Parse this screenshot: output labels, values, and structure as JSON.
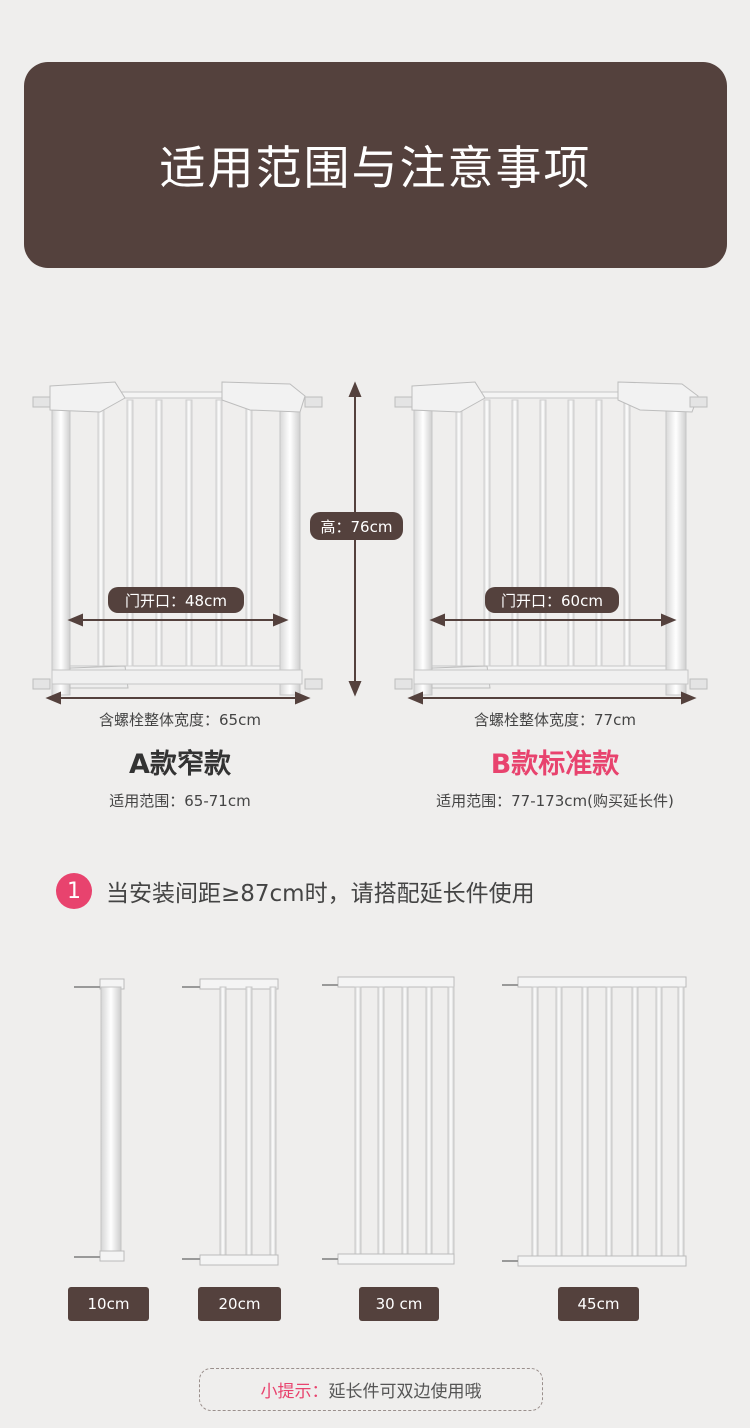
{
  "header": {
    "title": "适用范围与注意事项"
  },
  "height_label": "高：76cm",
  "gate_a": {
    "opening_label": "门开口：48cm",
    "width_caption": "含螺栓整体宽度：65cm",
    "title": "A款窄款",
    "range_caption": "适用范围：65-71cm"
  },
  "gate_b": {
    "opening_label": "门开口：60cm",
    "width_caption": "含螺栓整体宽度：77cm",
    "title": "B款标准款",
    "range_caption": "适用范围：77-173cm(购买延长件)"
  },
  "note": {
    "number": "1",
    "text": "当安装间距≥87cm时，请搭配延长件使用"
  },
  "extensions": [
    {
      "label": "10cm"
    },
    {
      "label": "20cm"
    },
    {
      "label": "30 cm"
    },
    {
      "label": "45cm"
    }
  ],
  "tip": {
    "label": "小提示：",
    "text": "延长件可双边使用哦"
  },
  "colors": {
    "brown": "#54413d",
    "accent": "#e8436e",
    "background": "#efeeed"
  }
}
